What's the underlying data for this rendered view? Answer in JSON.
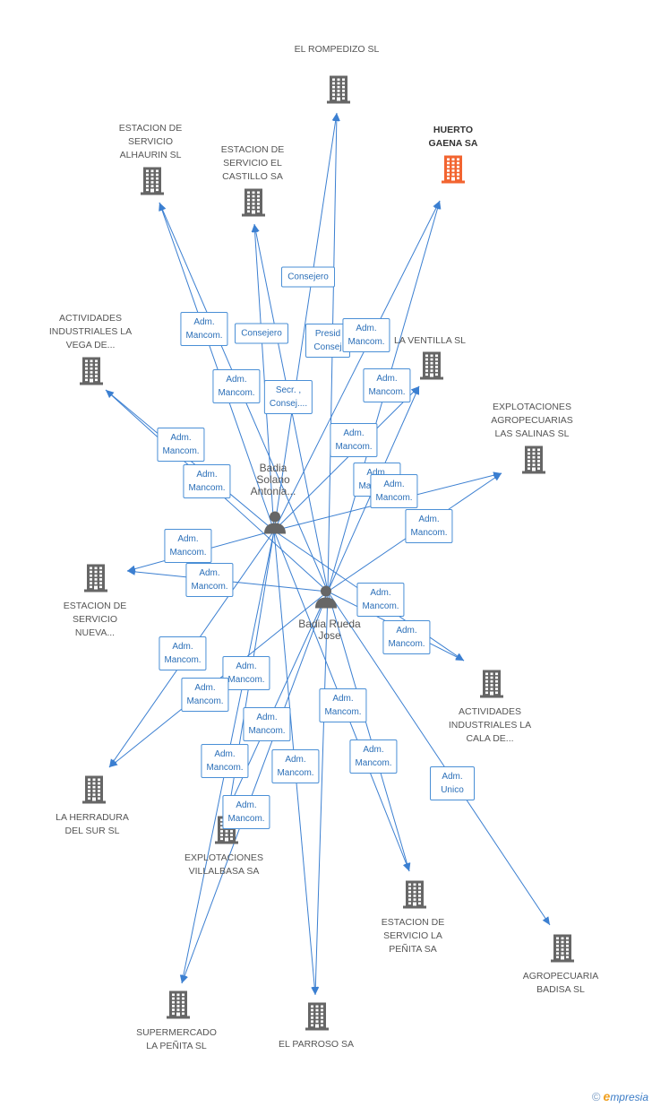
{
  "colors": {
    "edge": "#3b7fd1",
    "building": "#666666",
    "highlight": "#f26430",
    "person": "#666666",
    "box_border": "#4a8fd6",
    "box_text": "#2b6fb8"
  },
  "companies": [
    {
      "id": "rompedizo",
      "label": "EL ROMPEDIZO SL"
    },
    {
      "id": "huerto",
      "label": "HUERTO GAENA SA",
      "highlight": true
    },
    {
      "id": "alhaurin",
      "label": "ESTACION DE SERVICIO ALHAURIN SL"
    },
    {
      "id": "castillo",
      "label": "ESTACION DE SERVICIO EL CASTILLO SA"
    },
    {
      "id": "vega",
      "label": "ACTIVIDADES INDUSTRIALES LA VEGA DE..."
    },
    {
      "id": "ventilla",
      "label": "LA VENTILLA SL"
    },
    {
      "id": "salinas",
      "label": "EXPLOTACIONES AGROPECUARIAS LAS SALINAS SL"
    },
    {
      "id": "nueva",
      "label": "ESTACION DE SERVICIO NUEVA..."
    },
    {
      "id": "cala",
      "label": "ACTIVIDADES INDUSTRIALES LA CALA DE..."
    },
    {
      "id": "herradura",
      "label": "LA HERRADURA DEL SUR SL"
    },
    {
      "id": "villalbasa",
      "label": "EXPLOTACIONES VILLALBASA SA"
    },
    {
      "id": "penita_sa",
      "label": "ESTACION DE SERVICIO LA PEÑITA SA"
    },
    {
      "id": "badisa",
      "label": "AGROPECUARIA BADISA SL"
    },
    {
      "id": "supermercado",
      "label": "SUPERMERCADO LA PEÑITA SL"
    },
    {
      "id": "parroso",
      "label": "EL PARROSO SA"
    }
  ],
  "persons": [
    {
      "id": "antonia",
      "label": "Badia Solano Antonia..."
    },
    {
      "id": "jose",
      "label": "Badia Rueda Jose"
    }
  ],
  "edges": [
    {
      "from": "antonia",
      "to": "rompedizo"
    },
    {
      "from": "jose",
      "to": "rompedizo"
    },
    {
      "from": "antonia",
      "to": "huerto"
    },
    {
      "from": "jose",
      "to": "huerto"
    },
    {
      "from": "antonia",
      "to": "alhaurin"
    },
    {
      "from": "jose",
      "to": "alhaurin"
    },
    {
      "from": "antonia",
      "to": "castillo"
    },
    {
      "from": "jose",
      "to": "castillo"
    },
    {
      "from": "antonia",
      "to": "vega"
    },
    {
      "from": "jose",
      "to": "vega"
    },
    {
      "from": "antonia",
      "to": "ventilla"
    },
    {
      "from": "jose",
      "to": "ventilla"
    },
    {
      "from": "antonia",
      "to": "salinas"
    },
    {
      "from": "jose",
      "to": "salinas"
    },
    {
      "from": "antonia",
      "to": "nueva"
    },
    {
      "from": "jose",
      "to": "nueva"
    },
    {
      "from": "antonia",
      "to": "cala"
    },
    {
      "from": "jose",
      "to": "cala"
    },
    {
      "from": "antonia",
      "to": "herradura"
    },
    {
      "from": "jose",
      "to": "herradura"
    },
    {
      "from": "antonia",
      "to": "villalbasa"
    },
    {
      "from": "jose",
      "to": "villalbasa"
    },
    {
      "from": "antonia",
      "to": "penita_sa"
    },
    {
      "from": "jose",
      "to": "penita_sa"
    },
    {
      "from": "jose",
      "to": "badisa"
    },
    {
      "from": "antonia",
      "to": "supermercado"
    },
    {
      "from": "jose",
      "to": "supermercado"
    },
    {
      "from": "antonia",
      "to": "parroso"
    },
    {
      "from": "jose",
      "to": "parroso"
    }
  ],
  "role_boxes": [
    {
      "id": "r1",
      "text": "Consejero"
    },
    {
      "id": "r2",
      "text": "Adm.\nMancom."
    },
    {
      "id": "r3",
      "text": "Consejero"
    },
    {
      "id": "r4",
      "text": "Presid\nConsej"
    },
    {
      "id": "r5",
      "text": "Adm.\nMancom."
    },
    {
      "id": "r6",
      "text": "Adm.\nMancom."
    },
    {
      "id": "r7",
      "text": "Secr. ,\nConsej...."
    },
    {
      "id": "r8",
      "text": "Adm.\nMancom."
    },
    {
      "id": "r9",
      "text": "Adm.\nMancom."
    },
    {
      "id": "r10",
      "text": "Adm.\nMancom."
    },
    {
      "id": "r11",
      "text": "Adm.\nMancom."
    },
    {
      "id": "r12",
      "text": "Adm.\nMancom."
    },
    {
      "id": "r13",
      "text": "Adm.\nMancom."
    },
    {
      "id": "r14",
      "text": "Adm.\nMancom."
    },
    {
      "id": "r15",
      "text": "Adm.\nMancom."
    },
    {
      "id": "r16",
      "text": "Adm.\nMancom."
    },
    {
      "id": "r17",
      "text": "Adm.\nMancom."
    },
    {
      "id": "r18",
      "text": "Adm.\nMancom."
    },
    {
      "id": "r19",
      "text": "Adm.\nMancom."
    },
    {
      "id": "r20",
      "text": "Adm.\nMancom."
    },
    {
      "id": "r21",
      "text": "Adm.\nMancom."
    },
    {
      "id": "r22",
      "text": "Adm.\nMancom."
    },
    {
      "id": "r23",
      "text": "Adm.\nMancom."
    },
    {
      "id": "r24",
      "text": "Adm.\nMancom."
    },
    {
      "id": "r25",
      "text": "Adm.\nMancom."
    },
    {
      "id": "r26",
      "text": "Adm.\nMancom."
    },
    {
      "id": "r27",
      "text": "Adm.\nMancom."
    },
    {
      "id": "r28",
      "text": "Adm.\nUnico"
    }
  ],
  "footer": {
    "copyright": "©",
    "brand_initial": "e",
    "brand_rest": "mpresia"
  }
}
